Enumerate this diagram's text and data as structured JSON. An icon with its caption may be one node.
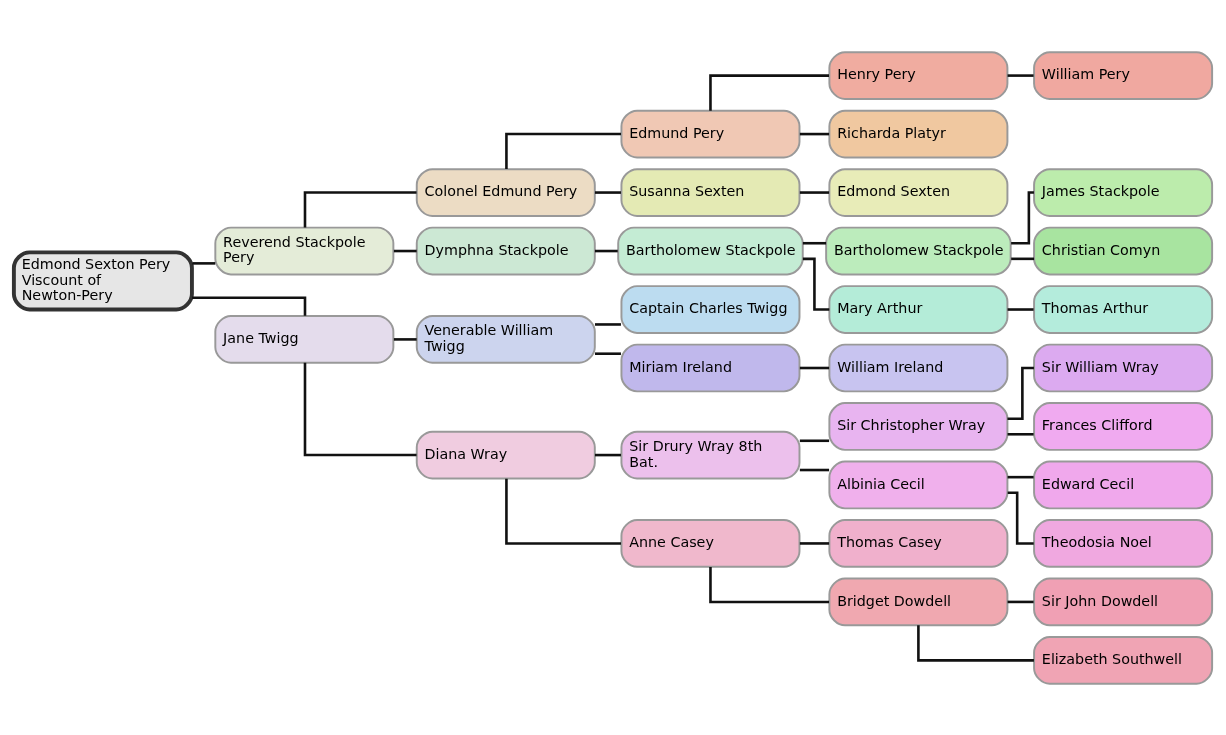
{
  "diagram": {
    "nodes": [
      {
        "text": [
          "Edmond Sexton Pery Viscount of Newton-Pery"
        ]
      },
      {
        "text": [
          "Reverend Stackpole Pery"
        ]
      },
      {
        "text": [
          "Jane Twigg"
        ]
      },
      {
        "text": [
          "Colonel Edmund Pery"
        ]
      },
      {
        "text": [
          "Dymphna Stackpole"
        ]
      },
      {
        "text": [
          "Venerable William Twigg"
        ]
      },
      {
        "text": [
          "Diana Wray"
        ]
      },
      {
        "text": [
          "Edmund Pery"
        ]
      },
      {
        "text": [
          "Susanna Sexten"
        ]
      },
      {
        "text": [
          "Bartholomew Stackpole"
        ]
      },
      {
        "text": [
          "Captain Charles Twigg"
        ]
      },
      {
        "text": [
          "Miriam Ireland"
        ]
      },
      {
        "text": [
          "Sir Drury Wray 8th Bat."
        ]
      },
      {
        "text": [
          "Anne Casey"
        ]
      },
      {
        "text": [
          "Henry Pery"
        ]
      },
      {
        "text": [
          "Richarda Platyr"
        ]
      },
      {
        "text": [
          "Edmond Sexten"
        ]
      },
      {
        "text": [
          "Bartholomew Stackpole"
        ]
      },
      {
        "text": [
          "Mary Arthur"
        ]
      },
      {
        "text": [
          "William Ireland"
        ]
      },
      {
        "text": [
          "Sir Christopher Wray"
        ]
      },
      {
        "text": [
          "Albinia Cecil"
        ]
      },
      {
        "text": [
          "Thomas Casey"
        ]
      },
      {
        "text": [
          "Bridget Dowdell"
        ]
      },
      {
        "text": [
          "William Pery"
        ]
      },
      {
        "text": [
          "James Stackpole"
        ]
      },
      {
        "text": [
          "Christian Comyn"
        ]
      },
      {
        "text": [
          "Thomas Arthur"
        ]
      },
      {
        "text": [
          "Sir William Wray"
        ]
      },
      {
        "text": [
          "Frances Clifford"
        ]
      },
      {
        "text": [
          "Edward Cecil"
        ]
      },
      {
        "text": [
          "Theodosia Noel"
        ]
      },
      {
        "text": [
          "Sir John Dowdell"
        ]
      },
      {
        "text": [
          "Elizabeth Southwell"
        ]
      }
    ],
    "edges": [
      {
        "from": 0,
        "to": 1,
        "arrow": "none"
      },
      {
        "from": 0,
        "to": 2,
        "arrow": "none"
      },
      {
        "from": 1,
        "to": 3,
        "arrow": "none"
      },
      {
        "from": 1,
        "to": 4,
        "arrow": "none"
      },
      {
        "from": 2,
        "to": 5,
        "arrow": "none"
      },
      {
        "from": 2,
        "to": 6,
        "arrow": "none"
      },
      {
        "from": 3,
        "to": 7,
        "arrow": "none"
      },
      {
        "from": 3,
        "to": 8,
        "arrow": "none"
      },
      {
        "from": 4,
        "to": 9,
        "arrow": "none"
      },
      {
        "from": 5,
        "to": 10,
        "arrow": "none"
      },
      {
        "from": 5,
        "to": 11,
        "arrow": "none"
      },
      {
        "from": 6,
        "to": 12,
        "arrow": "none"
      },
      {
        "from": 6,
        "to": 13,
        "arrow": "none"
      },
      {
        "from": 7,
        "to": 14,
        "arrow": "none"
      },
      {
        "from": 7,
        "to": 15,
        "arrow": "none"
      },
      {
        "from": 8,
        "to": 16,
        "arrow": "none"
      },
      {
        "from": 9,
        "to": 17,
        "arrow": "none"
      },
      {
        "from": 9,
        "to": 18,
        "arrow": "none"
      },
      {
        "from": 11,
        "to": 19,
        "arrow": "none"
      },
      {
        "from": 12,
        "to": 20,
        "arrow": "none"
      },
      {
        "from": 12,
        "to": 21,
        "arrow": "none"
      },
      {
        "from": 13,
        "to": 22,
        "arrow": "none"
      },
      {
        "from": 13,
        "to": 23,
        "arrow": "none"
      },
      {
        "from": 14,
        "to": 24,
        "arrow": "none"
      },
      {
        "from": 17,
        "to": 25,
        "arrow": "none"
      },
      {
        "from": 17,
        "to": 26,
        "arrow": "none"
      },
      {
        "from": 18,
        "to": 27,
        "arrow": "none"
      },
      {
        "from": 20,
        "to": 28,
        "arrow": "none"
      },
      {
        "from": 20,
        "to": 29,
        "arrow": "none"
      },
      {
        "from": 21,
        "to": 30,
        "arrow": "none"
      },
      {
        "from": 21,
        "to": 31,
        "arrow": "none"
      },
      {
        "from": 23,
        "to": 32,
        "arrow": "none"
      },
      {
        "from": 23,
        "to": 33,
        "arrow": "none"
      }
    ]
  }
}
